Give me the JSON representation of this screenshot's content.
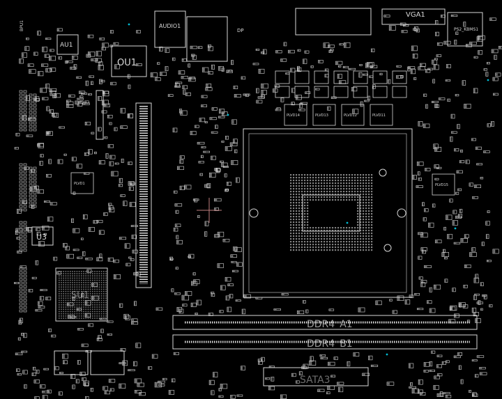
{
  "board": {
    "background": "#000000",
    "stroke": "#d8d8d8",
    "accent": "#00bcd4",
    "cursor_color": "#c08080"
  },
  "labels": {
    "audio": "AUDIO1",
    "vga": "VGA1",
    "ou1": "OU1",
    "au1": "AU1",
    "u3": "U3",
    "su1": "SU1",
    "bpu1": "BPU1",
    "dp": "DP",
    "ps2": "PS2_KBMS1",
    "plvd14": "PLVD14",
    "plvd13": "PLVD13",
    "plvd12": "PLVD12",
    "plvd11": "PLVD11",
    "plvd1": "PLVD1",
    "plvd15": "PLVD15",
    "ddr_a1": "DDR4_A1",
    "ddr_b1": "DDR4_B1",
    "sata": "SATA3"
  }
}
